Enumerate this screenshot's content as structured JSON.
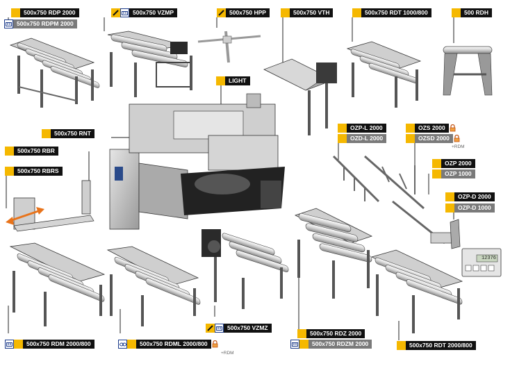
{
  "labels": {
    "rdp": "500x750 RDP 2000",
    "rdpm": "500x750 RDPM 2000",
    "vzmp": "500x750 VZMP",
    "hpp": "500x750 HPP",
    "vth": "500x750 VTH",
    "rdt1000": "500x750 RDT 1000/800",
    "rdh": "500 RDH",
    "light": "LIGHT",
    "rnt": "500x750 RNT",
    "rbr": "500x750 RBR",
    "rbrs": "500x750 RBRS",
    "ozpl": "OZP-L 2000",
    "ozdl": "OZD-L 2000",
    "ozs": "OZS 2000",
    "ozsd": "OZSD 2000",
    "ozp2000": "OZP 2000",
    "ozp1000": "OZP 1000",
    "ozpd2000": "OZP-D 2000",
    "ozpd1000": "OZP-D 1000",
    "rdm": "500x750 RDM 2000/800",
    "rdml": "500x750 RDML 2000/800",
    "vzmz": "500x750 VZMZ",
    "rdz": "500x750 RDZ 2000",
    "rdzm": "500x750 RDZM 2000",
    "rdt2000": "500x750 RDT 2000/800"
  },
  "notes": {
    "rdm_ozsd": "+RDM",
    "rdm_rdml": "+RDM"
  },
  "display": {
    "readout": "12376"
  },
  "colors": {
    "accent": "#f5b800",
    "label_bg": "#111111",
    "label_alt_bg": "#7a7a7a",
    "arrow": "#e8731a",
    "icon_blue": "#1a3a8a"
  },
  "icons": [
    "ruler-icon",
    "pencil-icon",
    "chain-icon",
    "lock-icon",
    "arrow-icon"
  ]
}
